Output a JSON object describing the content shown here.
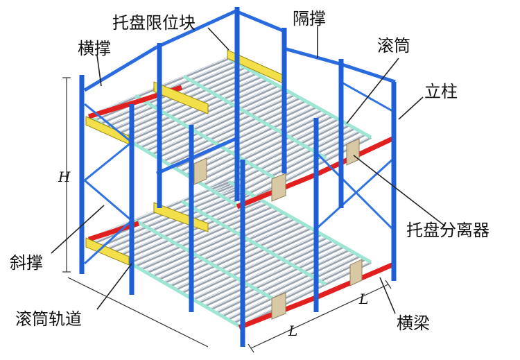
{
  "labels": {
    "pallet_stop": "托盘限位块",
    "spacer": "隔撑",
    "cross_brace": "横撑",
    "roller": "滚筒",
    "upright": "立柱",
    "height_dim": "H",
    "pallet_separator": "托盘分离器",
    "diagonal_brace": "斜撑",
    "roller_track": "滚筒轨道",
    "beam": "横梁",
    "length_dim": "L"
  },
  "colors": {
    "upright": "#1f5fd6",
    "beam": "#e21f1f",
    "rail": "#9ee6d4",
    "roller": "#9aa3ad",
    "pallet_stop": "#f2df4a",
    "separator": "#d9c8a4"
  }
}
